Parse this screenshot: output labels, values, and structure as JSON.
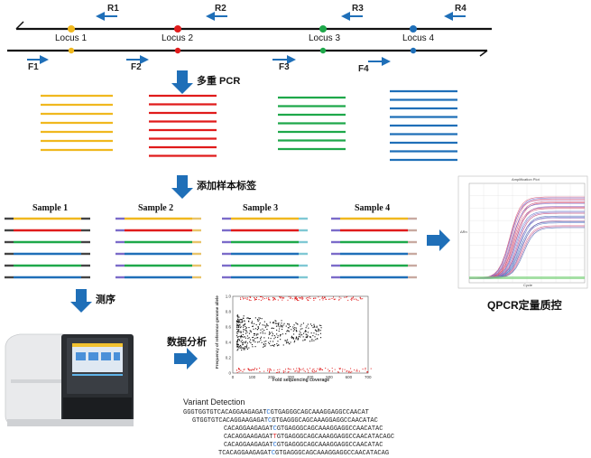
{
  "loci": [
    {
      "label": "Locus 1",
      "color": "#f0b81e"
    },
    {
      "label": "Locus 2",
      "color": "#e01b1b"
    },
    {
      "label": "Locus 3",
      "color": "#1ea84a"
    },
    {
      "label": "Locus 4",
      "color": "#1f6fb8"
    }
  ],
  "reverse_primers": [
    "R1",
    "R2",
    "R3",
    "R4"
  ],
  "forward_primers": [
    "F1",
    "F2",
    "F3",
    "F4"
  ],
  "steps": {
    "multiplex_pcr": "多重 PCR",
    "add_tags": "添加样本标签",
    "sequencing": "测序",
    "data_analysis": "数据分析",
    "qpcr_qc": "QPCR定量质控"
  },
  "samples": [
    "Sample 1",
    "Sample 2",
    "Sample 3",
    "Sample 4"
  ],
  "scatter": {
    "ylabel": "Frequency of reference genome allele",
    "xlabel": "Fold sequencing coverage",
    "x_ticks": [
      "0",
      "100",
      "200",
      "300",
      "400",
      "500",
      "600",
      "700"
    ],
    "y_ticks": [
      "0",
      "0.2",
      "0.4",
      "0.6",
      "0.8",
      "1.0"
    ]
  },
  "qpcr_chart": {
    "title": "Amplification Plot",
    "xlabel": "Cycle",
    "ylabel": "ΔRn"
  },
  "variant": {
    "title": "Variant Detection",
    "lines": [
      {
        "pre": "GGGTGGTGTCACAGGAAGAGAT",
        "mid": "C",
        "post": "GTGAGGGCAGCAAAGGAGGCCAACAT",
        "cls": "hb"
      },
      {
        "pre": "GTGGTGTCACAGGAAGAGAT",
        "mid": "C",
        "post": "GTGAGGGCAGCAAAGGAGGCCAACATAC",
        "cls": "hb"
      },
      {
        "pre": "CACAGGAAGAGAT",
        "mid": "C",
        "post": "GTGAGGGCAGCAAAGGAGGCCAACATAC",
        "cls": "hb"
      },
      {
        "pre": "CACAGGAAGAGAT",
        "mid": "T",
        "post": "GTGAGGGCAGCAAAGGAGGCCAACATACAGC",
        "cls": "hl"
      },
      {
        "pre": "CACAGGAAGAGAT",
        "mid": "C",
        "post": "GTGAGGGCAGCAAAGGAGGCCAACATAC",
        "cls": "hb"
      },
      {
        "pre": "TCACAGGAAGAGAT",
        "mid": "C",
        "post": "GTGAGGGCAGCAAAGGAGGCCAACATACAG",
        "cls": "hb"
      }
    ]
  }
}
